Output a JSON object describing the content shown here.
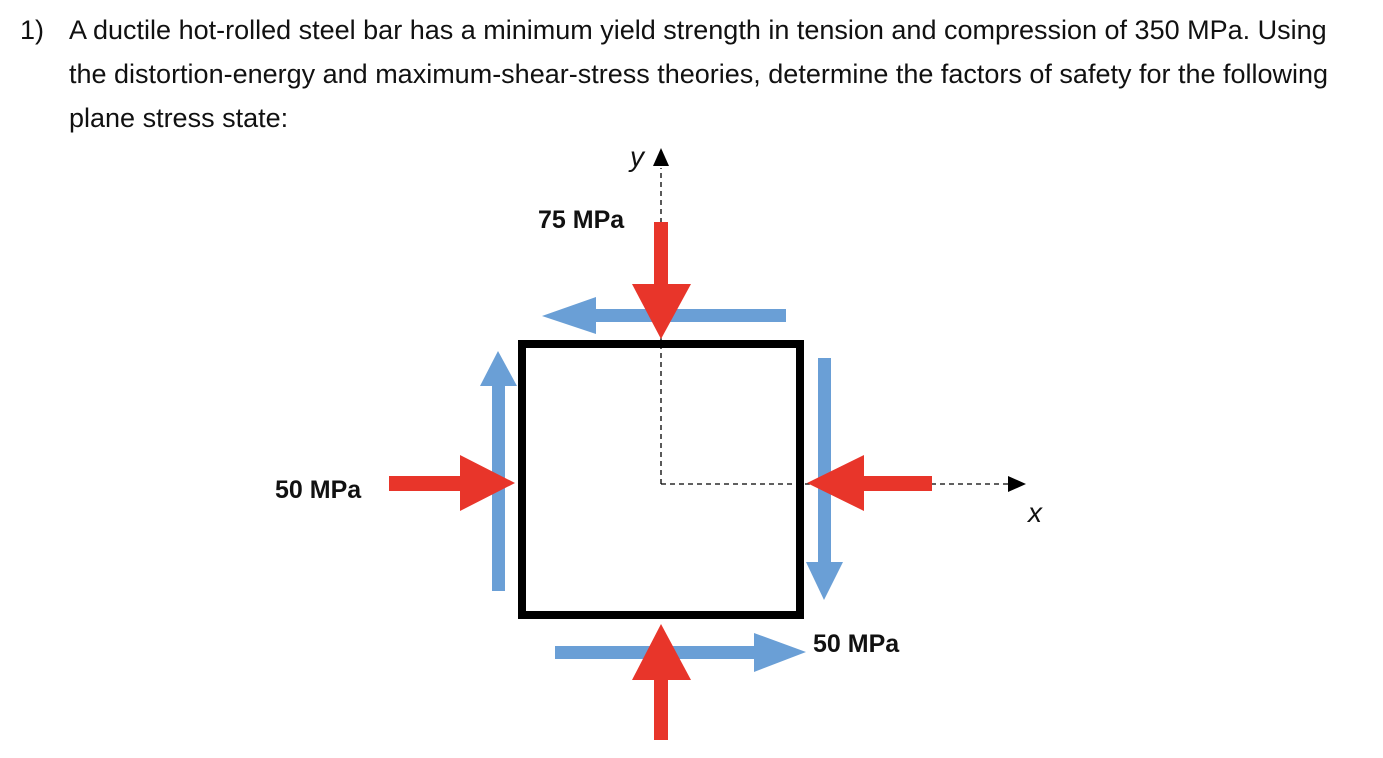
{
  "problem": {
    "number": "1)",
    "text": "A ductile hot-rolled steel bar has a minimum yield strength in tension and compression of 350 MPa.  Using the distortion-energy and maximum-shear-stress theories, determine the factors of safety for the following plane stress state:"
  },
  "diagram": {
    "y_axis_label": "y",
    "x_axis_label": "x",
    "sigma_y_label": "75 MPa",
    "sigma_x_label": "50 MPa",
    "tau_xy_label": "50 MPa",
    "colors": {
      "normal_stress_arrow": "#e8352a",
      "shear_stress_arrow": "#6a9fd6",
      "element_border": "#000000",
      "axis": "#000000"
    }
  }
}
